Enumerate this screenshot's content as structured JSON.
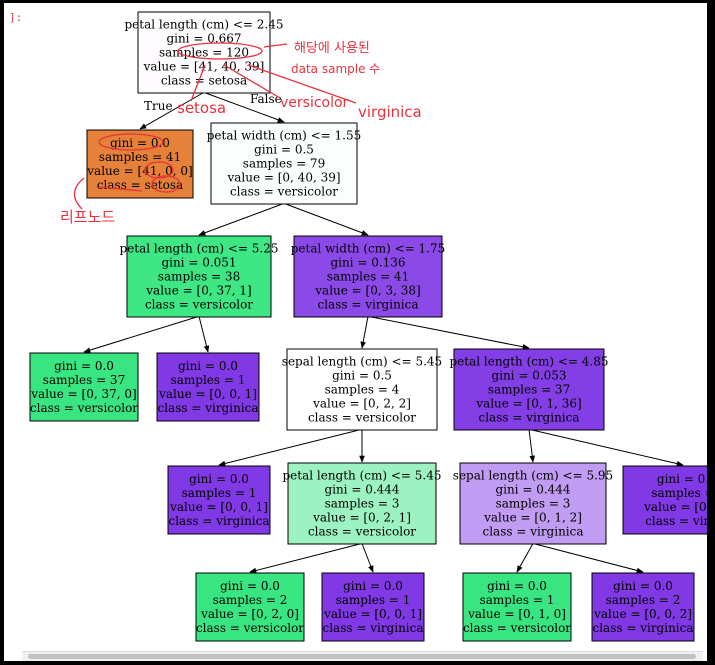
{
  "cell": {
    "prompt": "]:"
  },
  "tree": {
    "nodes": [
      {
        "id": "root",
        "lines": [
          "petal length (cm) <= 2.45",
          "gini = 0.667",
          "samples = 120",
          "value = [41, 40, 39]",
          "class = setosa"
        ],
        "fill": "#fefcfe"
      },
      {
        "id": "setosa-leaf",
        "lines": [
          "gini = 0.0",
          "samples = 41",
          "value = [41, 0, 0]",
          "class = setosa"
        ],
        "fill": "#e58139"
      },
      {
        "id": "petal-width-split",
        "lines": [
          "petal width (cm) <= 1.55",
          "gini = 0.5",
          "samples = 79",
          "value = [0, 40, 39]",
          "class = versicolor"
        ],
        "fill": "#fafefc"
      },
      {
        "id": "petal-length-525-split",
        "lines": [
          "petal length (cm) <= 5.25",
          "gini = 0.051",
          "samples = 38",
          "value = [0, 37, 1]",
          "class = versicolor"
        ],
        "fill": "#3ee684"
      },
      {
        "id": "petal-width-175-split",
        "lines": [
          "petal width (cm) <= 1.75",
          "gini = 0.136",
          "samples = 41",
          "value = [0, 3, 38]",
          "class = virginica"
        ],
        "fill": "#8b49e7"
      },
      {
        "id": "leaf-versicolor-37",
        "lines": [
          "gini = 0.0",
          "samples = 37",
          "value = [0, 37, 0]",
          "class = versicolor"
        ],
        "fill": "#39e581"
      },
      {
        "id": "leaf-virginica-1a",
        "lines": [
          "gini = 0.0",
          "samples = 1",
          "value = [0, 0, 1]",
          "class = virginica"
        ],
        "fill": "#8139e5"
      },
      {
        "id": "sepal-length-545-split",
        "lines": [
          "sepal length (cm) <= 5.45",
          "gini = 0.5",
          "samples = 4",
          "value = [0, 2, 2]",
          "class = versicolor"
        ],
        "fill": "#ffffff"
      },
      {
        "id": "petal-length-485-split",
        "lines": [
          "petal length (cm) <= 4.85",
          "gini = 0.053",
          "samples = 37",
          "value = [0, 1, 36]",
          "class = virginica"
        ],
        "fill": "#843ee6"
      },
      {
        "id": "leaf-virginica-1b",
        "lines": [
          "gini = 0.0",
          "samples = 1",
          "value = [0, 0, 1]",
          "class = virginica"
        ],
        "fill": "#8139e5"
      },
      {
        "id": "petal-length-545-split",
        "lines": [
          "petal length (cm) <= 5.45",
          "gini = 0.444",
          "samples = 3",
          "value = [0, 2, 1]",
          "class = versicolor"
        ],
        "fill": "#9cf2c0"
      },
      {
        "id": "sepal-length-595-split",
        "lines": [
          "sepal length (cm) <= 5.95",
          "gini = 0.444",
          "samples = 3",
          "value = [0, 1, 2]",
          "class = virginica"
        ],
        "fill": "#c09cf2"
      },
      {
        "id": "leaf-partial-right",
        "lines": [
          "gini = 0.",
          "samples =",
          "value = [0, 0",
          "class = virgi"
        ],
        "fill": "#8139e5"
      },
      {
        "id": "leaf-versicolor-2",
        "lines": [
          "gini = 0.0",
          "samples = 2",
          "value = [0, 2, 0]",
          "class = versicolor"
        ],
        "fill": "#39e581"
      },
      {
        "id": "leaf-virginica-1c",
        "lines": [
          "gini = 0.0",
          "samples = 1",
          "value = [0, 0, 1]",
          "class = virginica"
        ],
        "fill": "#8139e5"
      },
      {
        "id": "leaf-versicolor-1",
        "lines": [
          "gini = 0.0",
          "samples = 1",
          "value = [0, 1, 0]",
          "class = versicolor"
        ],
        "fill": "#39e581"
      },
      {
        "id": "leaf-virginica-2",
        "lines": [
          "gini = 0.0",
          "samples = 2",
          "value = [0, 0, 2]",
          "class = virginica"
        ],
        "fill": "#8139e5"
      }
    ],
    "edges": [
      {
        "from": "root",
        "to": "setosa-leaf",
        "label": "True"
      },
      {
        "from": "root",
        "to": "petal-width-split",
        "label": "False"
      },
      {
        "from": "petal-width-split",
        "to": "petal-length-525-split",
        "label": ""
      },
      {
        "from": "petal-width-split",
        "to": "petal-width-175-split",
        "label": ""
      },
      {
        "from": "petal-length-525-split",
        "to": "leaf-versicolor-37",
        "label": ""
      },
      {
        "from": "petal-length-525-split",
        "to": "leaf-virginica-1a",
        "label": ""
      },
      {
        "from": "petal-width-175-split",
        "to": "sepal-length-545-split",
        "label": ""
      },
      {
        "from": "petal-width-175-split",
        "to": "petal-length-485-split",
        "label": ""
      },
      {
        "from": "sepal-length-545-split",
        "to": "leaf-virginica-1b",
        "label": ""
      },
      {
        "from": "sepal-length-545-split",
        "to": "petal-length-545-split",
        "label": ""
      },
      {
        "from": "petal-length-485-split",
        "to": "sepal-length-595-split",
        "label": ""
      },
      {
        "from": "petal-length-485-split",
        "to": "leaf-partial-right",
        "label": ""
      },
      {
        "from": "petal-length-545-split",
        "to": "leaf-versicolor-2",
        "label": ""
      },
      {
        "from": "petal-length-545-split",
        "to": "leaf-virginica-1c",
        "label": ""
      },
      {
        "from": "sepal-length-595-split",
        "to": "leaf-versicolor-1",
        "label": ""
      },
      {
        "from": "sepal-length-595-split",
        "to": "leaf-virginica-2",
        "label": ""
      }
    ]
  },
  "annotations": {
    "note_line1": "해당에 사용된",
    "note_line2": "data sample 수",
    "setosa": "setosa",
    "versicolor": "versicolor",
    "virginica": "virginica",
    "leaf_node": "리프노드"
  },
  "colors": {
    "setosa": "#e58139",
    "versicolor": "#39e581",
    "virginica": "#8139e5",
    "annotation": "#e8323c"
  }
}
